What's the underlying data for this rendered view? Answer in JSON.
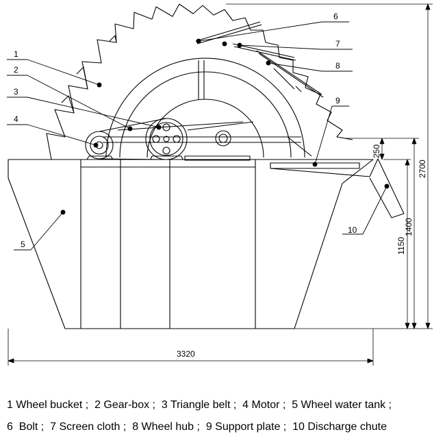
{
  "callouts": [
    "1",
    "2",
    "3",
    "4",
    "5",
    "6",
    "7",
    "8",
    "9",
    "10"
  ],
  "dimensions": {
    "overall_width": "3320",
    "overall_height": "2700",
    "height_1400": "1400",
    "height_1150": "1150",
    "gap_250": "250"
  },
  "legend": {
    "line1": "1 Wheel bucket ;  2 Gear-box ;  3 Triangle belt ;  4 Motor ;  5 Wheel water tank ;",
    "line2": "6  Bolt ;  7 Screen cloth ;  8 Wheel hub ;  9 Support plate ;  10 Discharge chute"
  }
}
